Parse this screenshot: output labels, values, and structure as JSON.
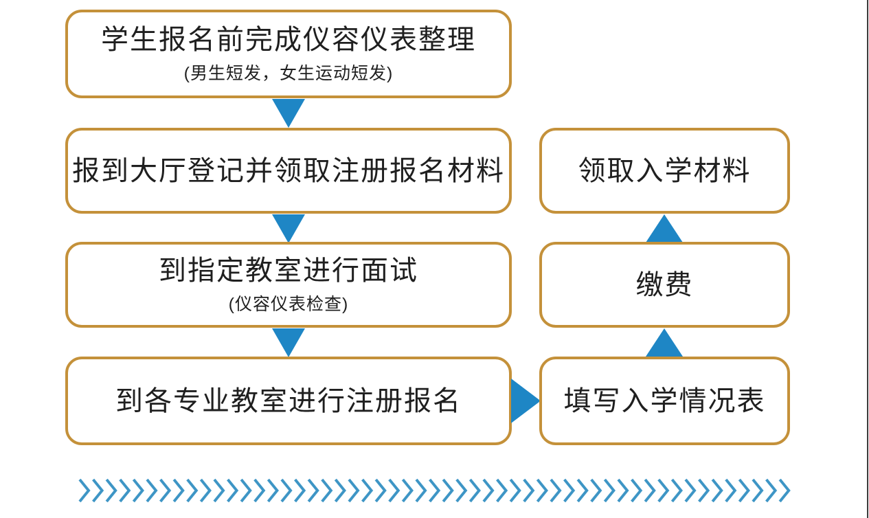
{
  "flowchart": {
    "left_steps": [
      {
        "title": "学生报名前完成仪容仪表整理",
        "subtitle": "(男生短发，女生运动短发)"
      },
      {
        "title": "报到大厅登记并领取注册报名材料",
        "subtitle": ""
      },
      {
        "title": "到指定教室进行面试",
        "subtitle": "(仪容仪表检查)"
      },
      {
        "title": "到各专业教室进行注册报名",
        "subtitle": ""
      }
    ],
    "right_steps": [
      {
        "title": "领取入学材料"
      },
      {
        "title": "缴费"
      },
      {
        "title": "填写入学情况表"
      }
    ]
  },
  "colors": {
    "box_border_gold": "#C4913A",
    "arrow_blue": "#1E86C5",
    "chevron_blue": "#3D95C5",
    "text_dark": "#1F1F1F",
    "edge_line_dark": "#3B3B3B"
  }
}
